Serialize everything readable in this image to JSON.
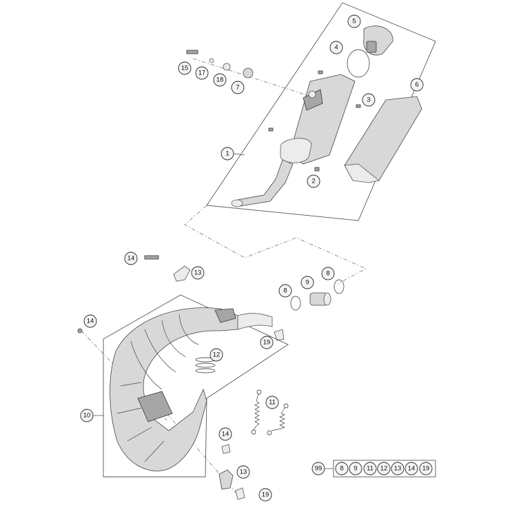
{
  "callouts": [
    "1",
    "2",
    "3",
    "4",
    "5",
    "6",
    "7",
    "8",
    "8",
    "9",
    "10",
    "11",
    "12",
    "13",
    "13",
    "14",
    "14",
    "14",
    "15",
    "17",
    "18",
    "19",
    "19"
  ],
  "kit": {
    "label": "99",
    "items": [
      "8",
      "9",
      "11",
      "12",
      "13",
      "14",
      "19"
    ]
  }
}
